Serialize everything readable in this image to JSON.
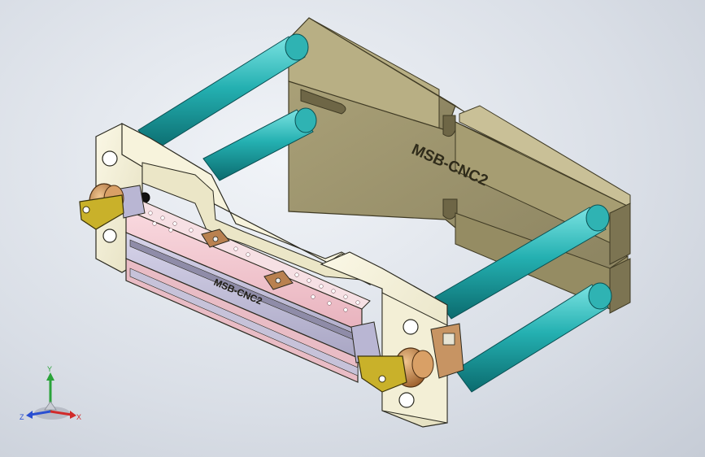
{
  "model": {
    "back_plate_label": "MSB-CNC2",
    "front_bar_label": "MSB-CNC2"
  },
  "triad": {
    "x_label": "X",
    "y_label": "Y",
    "z_label": "Z"
  },
  "colors": {
    "background": "#dde2ea",
    "back_plate": "#9a9167",
    "front_block": "#f2eed2",
    "rods": "#1fa7a8",
    "pink_bar": "#f3c7cf",
    "lavender_bar": "#c7c4dc",
    "clamp_gold": "#c9b12a",
    "bronze_pin": "#c58a52",
    "axis_x": "#d12a2a",
    "axis_y": "#2aa33a",
    "axis_z": "#2a4fd1"
  }
}
